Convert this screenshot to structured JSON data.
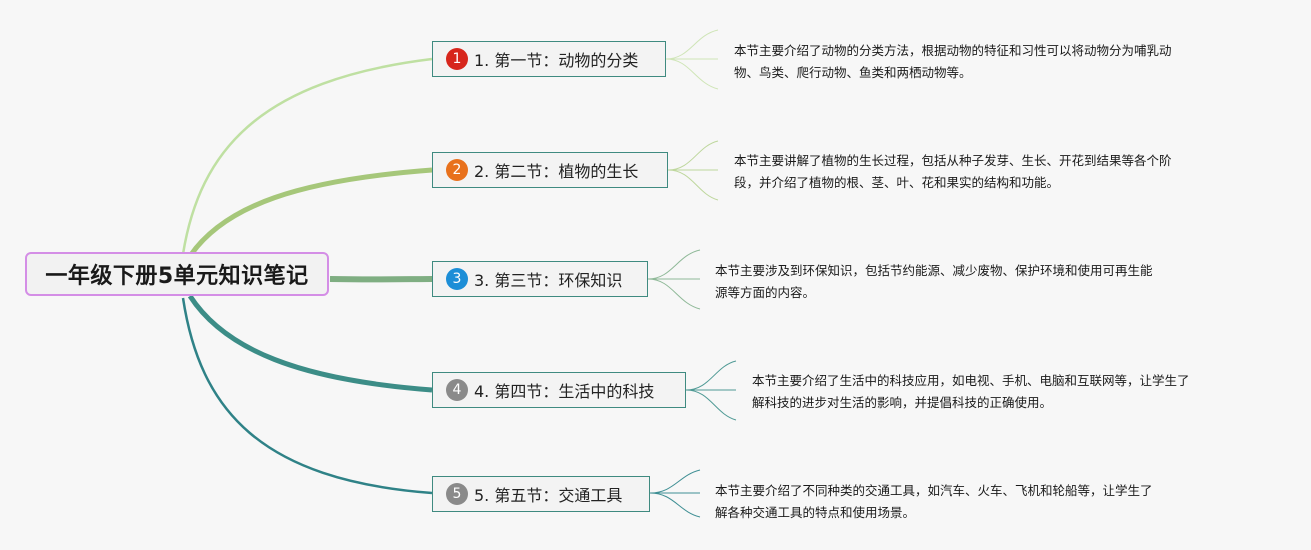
{
  "root": {
    "title": "一年级下册5单元知识笔记"
  },
  "topics": [
    {
      "marker": "1",
      "marker_color": "#d7261c",
      "label": "1. 第一节：动物的分类",
      "branch_color": "#bfe0a2",
      "desc_lines": [
        "本节主要介绍了动物的分类方法，根据动物的特征和习性可以将动物分为哺乳动",
        "物、鸟类、爬行动物、鱼类和两栖动物等。"
      ]
    },
    {
      "marker": "2",
      "marker_color": "#e8711c",
      "label": "2. 第二节：植物的生长",
      "branch_color": "#a6c77a",
      "desc_lines": [
        "本节主要讲解了植物的生长过程，包括从种子发芽、生长、开花到结果等各个阶",
        "段，并介绍了植物的根、茎、叶、花和果实的结构和功能。"
      ]
    },
    {
      "marker": "3",
      "marker_color": "#1c8ed7",
      "label": "3. 第三节：环保知识",
      "branch_color": "#7fae82",
      "desc_lines": [
        "本节主要涉及到环保知识，包括节约能源、减少废物、保护环境和使用可再生能",
        "源等方面的内容。"
      ]
    },
    {
      "marker": "4",
      "marker_color": "#8a8a8a",
      "label": "4. 第四节：生活中的科技",
      "branch_color": "#3c8d87",
      "desc_lines": [
        "本节主要介绍了生活中的科技应用，如电视、手机、电脑和互联网等，让学生了",
        "解科技的进步对生活的影响，并提倡科技的正确使用。"
      ]
    },
    {
      "marker": "5",
      "marker_color": "#8a8a8a",
      "label": "5. 第五节：交通工具",
      "branch_color": "#2f8287",
      "desc_lines": [
        "本节主要介绍了不同种类的交通工具，如汽车、火车、飞机和轮船等，让学生了",
        "解各种交通工具的特点和使用场景。"
      ]
    }
  ]
}
